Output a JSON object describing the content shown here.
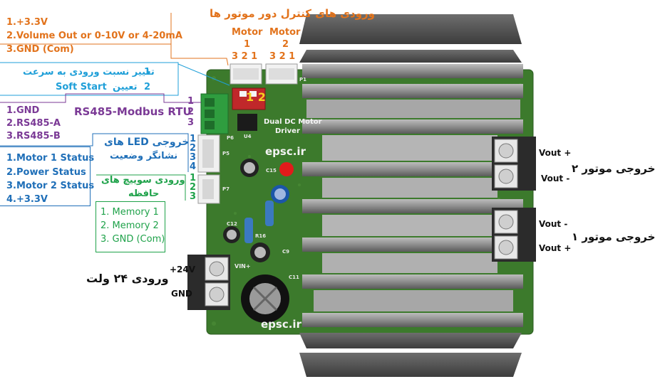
{
  "motor_inputs": {
    "title": "ورودی های کنترل دور موتور ها",
    "motor1_label": "Motor",
    "motor1_num": "1",
    "motor2_label": "Motor",
    "motor2_num": "2",
    "pins1": "3 2 1",
    "pins2": "3 2 1",
    "pin_list": [
      "1.+3.3V",
      "2.Volume Out or 0-10V or 4-20mA",
      "3.GND (Com)"
    ]
  },
  "dip_switch": {
    "line1": "تغییر نسبت ورودی به سرعت",
    "line1_num": "1",
    "line2_prefix": "تعیین",
    "line2_en": "Soft Start",
    "line2_num": "2",
    "board_nums": "1 2"
  },
  "rs485": {
    "title": "RS485-Modbus RTU",
    "pins": [
      "1.GND",
      "2.RS485-A",
      "3.RS485-B"
    ],
    "nums": [
      "1",
      "2",
      "3"
    ]
  },
  "led_outputs": {
    "title_line1": "خروجی LED های",
    "title_line2": "نشانگر وضعیت",
    "pins": [
      "1.Motor 1 Status",
      "2.Power Status",
      "3.Motor 2 Status",
      "4.+3.3V"
    ],
    "nums": [
      "1",
      "2",
      "3",
      "4"
    ]
  },
  "memory_switch": {
    "title_line1": "ورودی سوییچ های",
    "title_line2": "حافظه",
    "pins": [
      "1. Memory 1",
      "2. Memory 2",
      "3. GND (Com)"
    ],
    "nums": [
      "1",
      "2",
      "3"
    ]
  },
  "power": {
    "label": "ورودی ۲۴ ولت",
    "plus": "+24V",
    "gnd": "GND"
  },
  "motor2_out": {
    "label": "خروجی موتور ۲",
    "vplus": "Vout +",
    "vminus": "Vout -"
  },
  "motor1_out": {
    "label": "خروجی موتور ۱",
    "vminus": "Vout -",
    "vplus": "Vout +"
  },
  "board": {
    "title_line1": "Dual DC Motor",
    "title_line2": "Driver",
    "brand_top": "epsc.ir",
    "brand_bottom": "epsc.ir",
    "silk": [
      "P1",
      "P6",
      "P5",
      "P7",
      "U4",
      "C15",
      "C12",
      "C9",
      "C11",
      "R16",
      "VIN+"
    ]
  },
  "colors": {
    "pcb": "#3c7a2c",
    "heatsink": "#8f8f8f",
    "orange": "#e2731c",
    "blue": "#1f6fb8",
    "purple": "#7b3a96",
    "green": "#1fa24a"
  }
}
